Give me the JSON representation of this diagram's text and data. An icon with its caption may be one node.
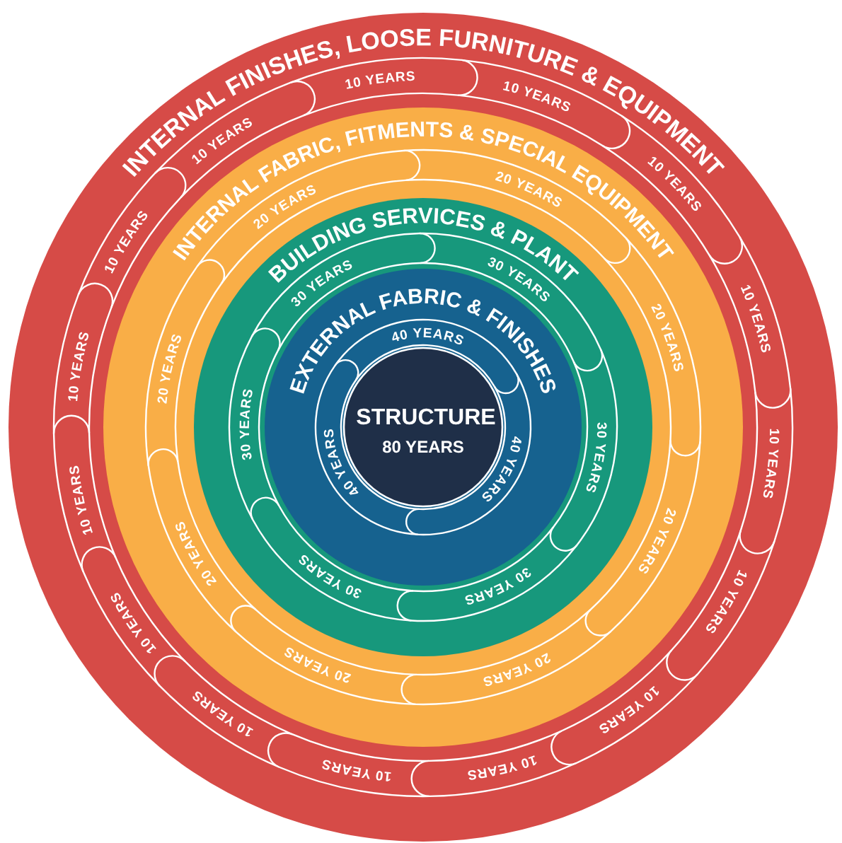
{
  "diagram": {
    "nodes": [
      {
        "text": [
          "INTERNAL FINISHES, LOOSE FURNITURE & EQUIPMENT"
        ]
      },
      {
        "text": [
          "INTERNAL FABRIC, FITMENTS & SPECIAL EQUIPMENT"
        ],
        "in": 0
      },
      {
        "text": [
          "BUILDING SERVICES & PLANT"
        ],
        "in": 1
      },
      {
        "text": [
          "EXTERNAL FABRIC & FINISHES"
        ],
        "in": 2
      },
      {
        "text": [
          "STRUCTURE",
          "80 YEARS"
        ],
        "in": 3
      }
    ],
    "labels": [
      "10 YEARS",
      "10 YEARS",
      "10 YEARS",
      "10 YEARS",
      "10 YEARS",
      "10 YEARS",
      "10 YEARS",
      "10 YEARS",
      "10 YEARS",
      "10 YEARS",
      "10 YEARS",
      "10 YEARS",
      "10 YEARS",
      "10 YEARS",
      "10 YEARS",
      "20 YEARS",
      "20 YEARS",
      "20 YEARS",
      "20 YEARS",
      "20 YEARS",
      "20 YEARS",
      "20 YEARS",
      "20 YEARS",
      "30 YEARS",
      "30 YEARS",
      "30 YEARS",
      "30 YEARS",
      "30 YEARS",
      "30 YEARS",
      "40 YEARS",
      "40 YEARS",
      "40 YEARS"
    ]
  }
}
